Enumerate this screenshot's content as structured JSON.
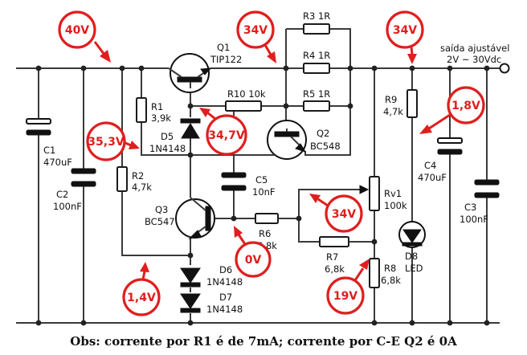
{
  "components": {
    "C1": {
      "name": "C1",
      "value": "470uF"
    },
    "C2": {
      "name": "C2",
      "value": "100nF"
    },
    "C3": {
      "name": "C3",
      "value": "100nF"
    },
    "C4": {
      "name": "C4",
      "value": "470uF"
    },
    "C5": {
      "name": "C5",
      "value": "10nF"
    },
    "R1": {
      "name": "R1",
      "value": "3,9k"
    },
    "R2": {
      "name": "R2",
      "value": "4,7k"
    },
    "R3": {
      "name": "R3 1R"
    },
    "R4": {
      "name": "R4 1R"
    },
    "R5": {
      "name": "R5 1R"
    },
    "R6": {
      "name": "R6",
      "value": "6,8k"
    },
    "R7": {
      "name": "R7",
      "value": "6,8k"
    },
    "R8": {
      "name": "R8",
      "value": "6,8k"
    },
    "R9": {
      "name": "R9",
      "value": "4,7k"
    },
    "R10": {
      "name": "R10 10k"
    },
    "RV1": {
      "name": "Rv1",
      "value": "100k"
    },
    "Q1": {
      "name": "Q1",
      "part": "TIP122"
    },
    "Q2": {
      "name": "Q2",
      "part": "BC548"
    },
    "Q3": {
      "name": "Q3",
      "part": "BC547"
    },
    "D5": {
      "name": "D5",
      "part": "1N4148"
    },
    "D6": {
      "name": "D6",
      "part": "1N4148"
    },
    "D7": {
      "name": "D7",
      "part": "1N4148"
    },
    "D8": {
      "name": "D8",
      "part": "LED"
    }
  },
  "output": {
    "line1": "saída ajustável",
    "line2": "2V ~ 30Vdc"
  },
  "voltages": {
    "v_in": "40V",
    "v_q1_emitter": "34V",
    "v_out": "34V",
    "v_base": "35,3V",
    "v_d5": "34,7V",
    "v_rv1": "34V",
    "v_led": "1,8V",
    "v_q3_emitter": "0V",
    "v_q3_base": "1,4V",
    "v_divider": "19V"
  },
  "footer": "Obs: corrente por R1 é de 7mA; corrente por C-E Q2 é 0A",
  "colors": {
    "annotation": "#e01e1e",
    "wire": "#3a3a3a"
  }
}
